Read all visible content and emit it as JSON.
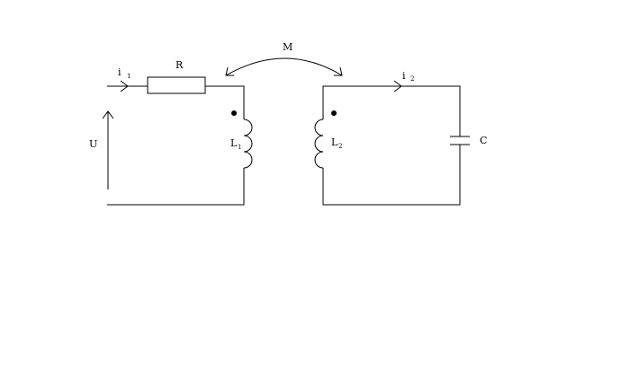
{
  "diagram": {
    "labels": {
      "i1": "i",
      "i1_sub": "1",
      "R": "R",
      "M": "M",
      "i2": "i",
      "i2_sub": "2",
      "U": "U",
      "L1": "L",
      "L1_sub": "1",
      "L2": "L",
      "L2_sub": "2",
      "C": "C"
    },
    "colors": {
      "line": "#000000",
      "background": "#ffffff"
    }
  }
}
